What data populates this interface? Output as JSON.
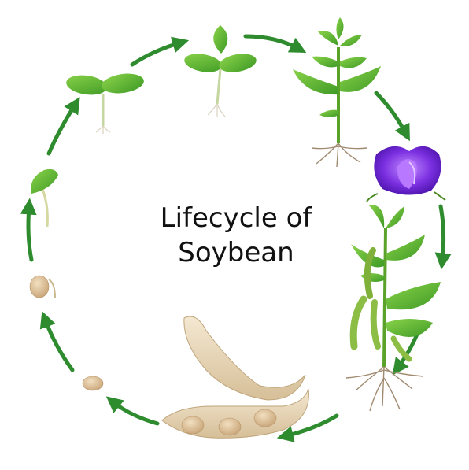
{
  "diagram": {
    "title_lines": [
      "Lifecycle of",
      "Soybean"
    ],
    "stages": [
      {
        "name": "seed",
        "icon": "seed-icon"
      },
      {
        "name": "germinating-seed",
        "icon": "germinating-seed-icon"
      },
      {
        "name": "sprout",
        "icon": "sprout-icon"
      },
      {
        "name": "seedling",
        "icon": "seedling-icon"
      },
      {
        "name": "young-plant",
        "icon": "young-plant-icon"
      },
      {
        "name": "mature-plant",
        "icon": "mature-plant-icon"
      },
      {
        "name": "flower",
        "icon": "flower-icon"
      },
      {
        "name": "fruiting-plant",
        "icon": "fruiting-plant-icon"
      },
      {
        "name": "pods",
        "icon": "pod-icon"
      }
    ],
    "colors": {
      "arrow": "#2e8b2e",
      "leaf": "#4caf2a",
      "leaf_dark": "#2e7d1e",
      "flower": "#6a2bd9",
      "pod": "#e9d9bd",
      "seed": "#d8b98a",
      "root": "#a08a70"
    }
  }
}
